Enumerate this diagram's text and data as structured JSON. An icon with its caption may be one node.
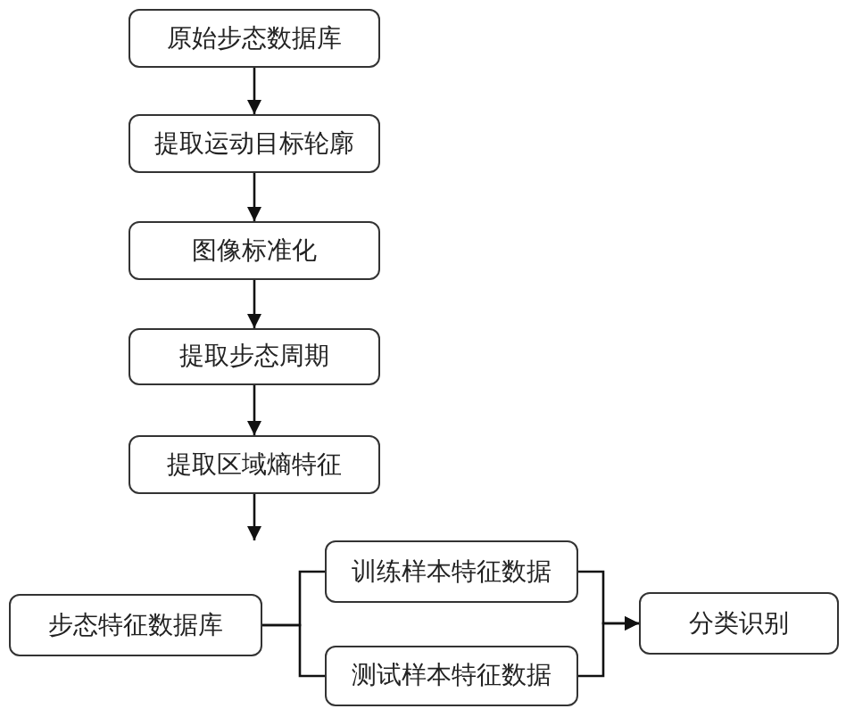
{
  "diagram": {
    "nodes": [
      {
        "text": [
          "原始步态数据库"
        ]
      },
      {
        "text": [
          "提取运动目标轮廓"
        ]
      },
      {
        "text": [
          "图像标准化"
        ]
      },
      {
        "text": [
          "提取步态周期"
        ]
      },
      {
        "text": [
          "提取区域熵特征"
        ]
      },
      {
        "text": [
          "步态特征数据库"
        ]
      },
      {
        "text": [
          "训练样本特征数据"
        ]
      },
      {
        "text": [
          "测试样本特征数据"
        ]
      },
      {
        "text": [
          "分类识别"
        ]
      }
    ],
    "edges": [
      {
        "from": 0,
        "to": 1,
        "arrow": "to"
      },
      {
        "from": 1,
        "to": 2,
        "arrow": "to"
      },
      {
        "from": 2,
        "to": 3,
        "arrow": "to"
      },
      {
        "from": 3,
        "to": 4,
        "arrow": "to"
      },
      {
        "from": 4,
        "to": null,
        "arrow": "to"
      },
      {
        "from": 5,
        "to": 6,
        "arrow": "none"
      },
      {
        "from": 5,
        "to": 7,
        "arrow": "none"
      },
      {
        "from": 6,
        "to": 8,
        "arrow": "to"
      },
      {
        "from": 7,
        "to": 8,
        "arrow": "to"
      }
    ]
  }
}
